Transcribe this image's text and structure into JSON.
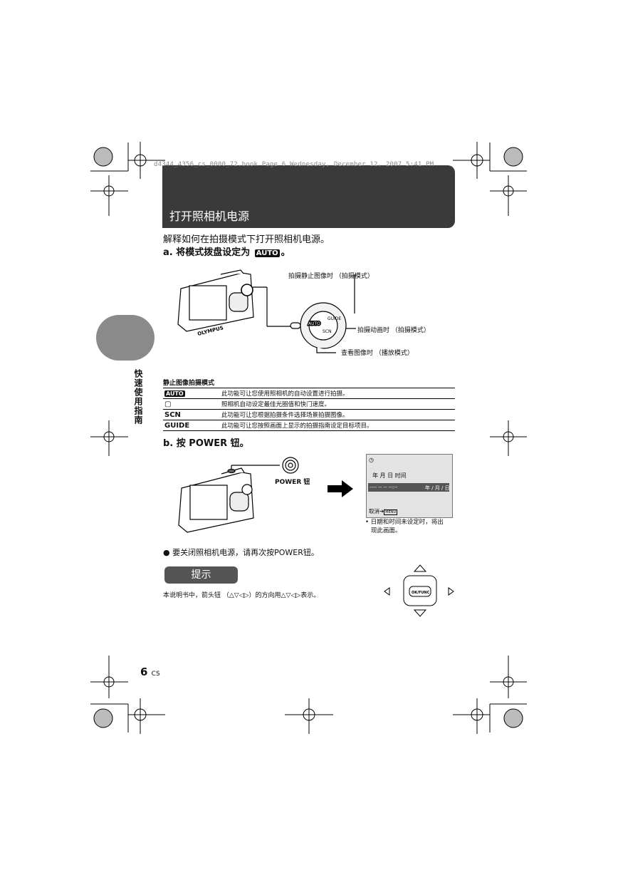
{
  "print_line": "d4344_4356_cs_0000_72.book  Page 6  Wednesday, December 12, 2007  5:41 PM",
  "section_title": "打开照相机电源",
  "intro": "解释如何在拍摄模式下打开照相机电源。",
  "step_a": {
    "prefix": "a.  将模式拨盘设定为",
    "icon_text": "AUTO",
    "suffix": "。"
  },
  "dial_labels": {
    "still": "拍摄静止图像时 （拍摄模式）",
    "movie": "拍摄动画时 （拍摄模式）",
    "playback": "查看图像时 （播放模式）"
  },
  "dial_marks": {
    "auto": "AUTO",
    "scn": "SCN",
    "guide": "GUIDE"
  },
  "camera_brand": "OLYMPUS",
  "side_tab": "快速使用指南",
  "table": {
    "title": "静止图像拍摄模式",
    "rows": [
      {
        "mode": "AUTO",
        "desc": "此功能可让您使用照相机的自动设置进行拍摄。"
      },
      {
        "mode": "▢",
        "desc": "照相机自动设定最佳光圈值和快门速度。"
      },
      {
        "mode": "SCN",
        "desc": "此功能可让您根据拍摄条件选择场景拍摄图像。"
      },
      {
        "mode": "GUIDE",
        "desc": "此功能可让您按照画面上显示的拍摄指南设定目标项目。"
      }
    ]
  },
  "step_b": "b.  按 POWER 钮。",
  "power_label": "POWER 钮",
  "screen": {
    "header": "年  月 日 时间",
    "fields": "----  --  --  --:--",
    "format": "年 / 月 / 日",
    "cancel": "取消",
    "menu": "MENU"
  },
  "screen_note_1": "• 日期和时间未设定时，将出",
  "screen_note_2": "现此画面。",
  "power_off_note": "要关闭照相机电源，请再次按POWER钮。",
  "tip_title": "提示",
  "tip_text": "本说明书中，箭头钮 （△▽◁▷）的方向用△▽◁▷表示。",
  "pad_center": "OK/FUNC",
  "page_number": "6",
  "page_lang": "CS"
}
